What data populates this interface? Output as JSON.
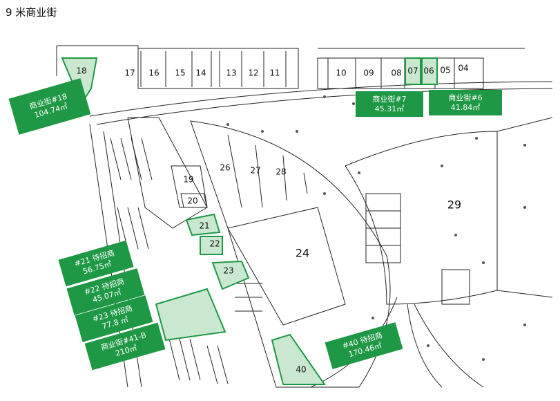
{
  "title": "9 米商业街",
  "colors": {
    "accent_green": "#1e9845",
    "highlight_fill": "#c9e8cf",
    "highlight_stroke": "#1e9845"
  },
  "units": {
    "u18": "18",
    "u17": "17",
    "u16": "16",
    "u15": "15",
    "u14": "14",
    "u13": "13",
    "u12": "12",
    "u11": "11",
    "u10": "10",
    "u09": "09",
    "u08": "08",
    "u07": "07",
    "u06": "06",
    "u05": "05",
    "u04": "04",
    "u26": "26",
    "u27": "27",
    "u28": "28",
    "u19": "19",
    "u20": "20",
    "u21": "21",
    "u22": "22",
    "u23": "23",
    "u24": "24",
    "u29": "29",
    "u40": "40"
  },
  "callouts": {
    "c18": {
      "line1": "商业街#18",
      "line2": "104.74㎡"
    },
    "c07": {
      "line1": "商业街#7",
      "line2": "45.31㎡"
    },
    "c06": {
      "line1": "商业街#6",
      "line2": "41.84㎡"
    },
    "c21": {
      "line1": "#21  待招商",
      "line2": "56.75㎡"
    },
    "c22": {
      "line1": "#22  待招商",
      "line2": "45.07㎡"
    },
    "c23": {
      "line1": "#23  待招商",
      "line2": "77.8 ㎡"
    },
    "c41": {
      "line1": "商业街#41-B",
      "line2": "210㎡"
    },
    "c40": {
      "line1": "#40  待招商",
      "line2": "170.46㎡"
    }
  }
}
